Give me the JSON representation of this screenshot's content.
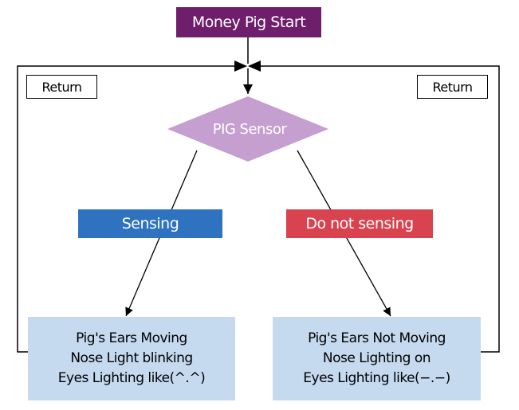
{
  "start": {
    "label": "Money Pig Start"
  },
  "returns": {
    "left": "Return",
    "right": "Return"
  },
  "decision": {
    "label": "PIG Sensor"
  },
  "branches": {
    "yes": "Sensing",
    "no": "Do not sensing"
  },
  "results": {
    "sensing": [
      "Pig's Ears Moving",
      "Nose Light blinking",
      "Eyes Lighting like(^.^)"
    ],
    "not_sensing": [
      "Pig's Ears Not Moving",
      "Nose Lighting on",
      "Eyes Lighting like(−.−)"
    ]
  },
  "colors": {
    "start_fill": "#6e1e6a",
    "decision_fill": "#c59fcf",
    "sensing_fill": "#2f73c0",
    "not_sensing_fill": "#d9424f",
    "result_fill": "#c5d9ef"
  }
}
